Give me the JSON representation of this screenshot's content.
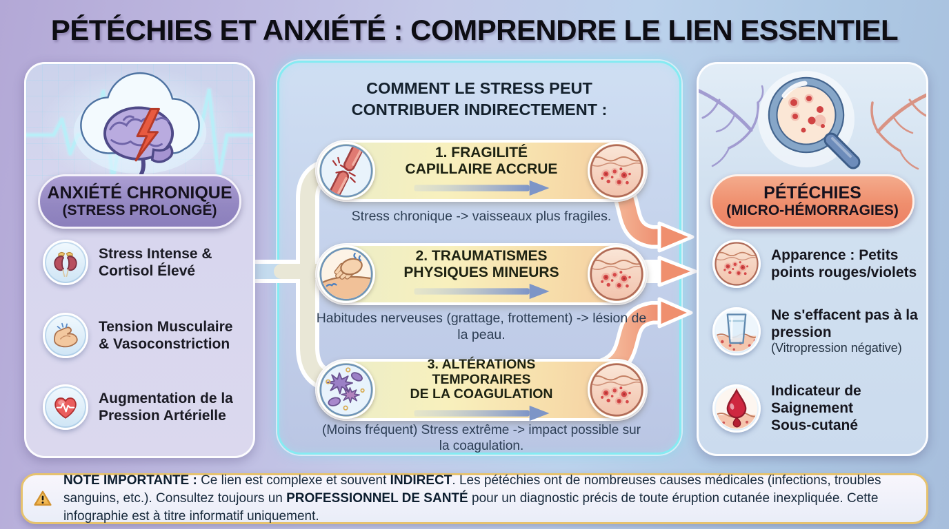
{
  "title": "PÉTÉCHIES ET ANXIÉTÉ : COMPRENDRE LE LIEN ESSENTIEL",
  "left_panel": {
    "badge_line1": "ANXIÉTÉ CHRONIQUE",
    "badge_line2": "(STRESS PROLONGÉ)",
    "items": [
      {
        "icon": "kidneys-icon",
        "label": "Stress Intense & Cortisol Élevé"
      },
      {
        "icon": "muscle-icon",
        "label": "Tension Musculaire & Vasoconstriction"
      },
      {
        "icon": "heart-ekg-icon",
        "label": "Augmentation de la Pression Artérielle"
      }
    ]
  },
  "middle_panel": {
    "header_line1": "COMMENT LE STRESS PEUT",
    "header_line2": "CONTRIBUER INDIRECTEMENT :",
    "steps": [
      {
        "icon": "broken-vessel-icon",
        "title_line1": "1. FRAGILITÉ",
        "title_line2": "CAPILLAIRE ACCRUE",
        "caption": "Stress chronique -> vaisseaux plus fragiles."
      },
      {
        "icon": "scratching-icon",
        "title_line1": "2. TRAUMATISMES",
        "title_line2": "PHYSIQUES MINEURS",
        "caption": "Habitudes nerveuses (grattage, frottement) -> lésion de la peau."
      },
      {
        "icon": "platelets-icon",
        "title_line1": "3. ALTÉRATIONS TEMPORAIRES",
        "title_line2": "DE LA COAGULATION",
        "caption": "(Moins fréquent) Stress extrême -> impact possible sur la coagulation."
      }
    ]
  },
  "right_panel": {
    "badge_line1": "PÉTÉCHIES",
    "badge_line2": "(MICRO-HÉMORRAGIES)",
    "items": [
      {
        "icon": "skin-dots-icon",
        "label": "Apparence : Petits points rouges/violets"
      },
      {
        "icon": "glass-test-icon",
        "label": "Ne s'effacent pas à la pression",
        "sublabel": "(Vitropression négative)"
      },
      {
        "icon": "blood-drop-icon",
        "label": "Indicateur de Saignement Sous-cutané"
      }
    ]
  },
  "note": {
    "segments": [
      {
        "text": "NOTE IMPORTANTE : ",
        "bold": true
      },
      {
        "text": "Ce lien est complexe et souvent ",
        "bold": false
      },
      {
        "text": "INDIRECT",
        "bold": true
      },
      {
        "text": ". Les pétéchies ont de nombreuses causes médicales (infections, troubles sanguins, etc.). Consultez toujours un ",
        "bold": false
      },
      {
        "text": "PROFESSIONNEL DE SANTÉ",
        "bold": true
      },
      {
        "text": " pour un diagnostic précis de toute éruption cutanée inexpliquée. Cette infographie est à titre informatif uniquement.",
        "bold": false
      }
    ]
  },
  "colors": {
    "accent_cyan": "#85ebf2",
    "badge_purple": "#9488c2",
    "badge_salmon": "#ee8b6b",
    "pill_yellow": "#f8f0bd",
    "arrow_salmon": "#ef8f6e",
    "arrow_blue": "#7d95c7",
    "connector_cream": "#e9e7d6",
    "note_border": "#e6c26e",
    "warning_yellow": "#f3c35c"
  }
}
